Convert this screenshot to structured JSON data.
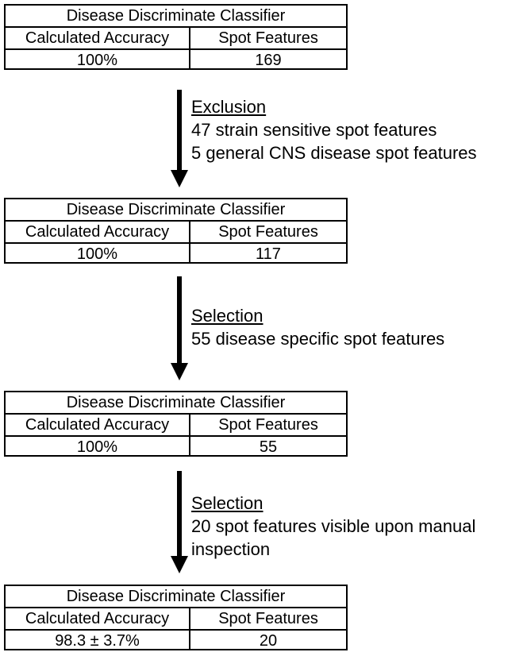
{
  "classifiers": [
    {
      "title": "Disease Discriminate Classifier",
      "accuracy_header": "Calculated Accuracy",
      "features_header": "Spot Features",
      "accuracy": "100%",
      "features": "169"
    },
    {
      "title": "Disease Discriminate Classifier",
      "accuracy_header": "Calculated Accuracy",
      "features_header": "Spot Features",
      "accuracy": "100%",
      "features": "117"
    },
    {
      "title": "Disease Discriminate Classifier",
      "accuracy_header": "Calculated Accuracy",
      "features_header": "Spot Features",
      "accuracy": "100%",
      "features": "55"
    },
    {
      "title": "Disease Discriminate Classifier",
      "accuracy_header": "Calculated Accuracy",
      "features_header": "Spot Features",
      "accuracy": "98.3 ± 3.7%",
      "features": "20"
    }
  ],
  "steps": [
    {
      "heading": "Exclusion",
      "lines": [
        "47 strain sensitive spot features",
        "5 general CNS disease spot features"
      ]
    },
    {
      "heading": "Selection",
      "lines": [
        "55 disease specific spot features"
      ]
    },
    {
      "heading": "Selection",
      "lines": [
        "20 spot features visible upon manual",
        "inspection"
      ]
    }
  ]
}
